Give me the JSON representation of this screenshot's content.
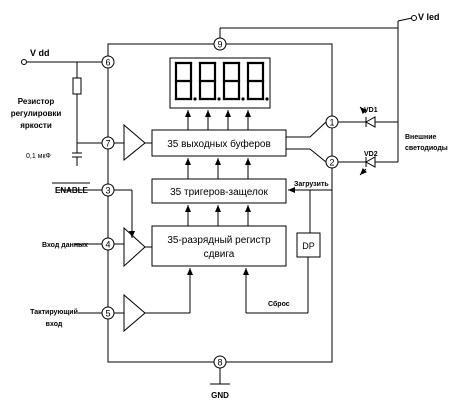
{
  "pins": {
    "p1": "1",
    "p2": "2",
    "p3": "3",
    "p4": "4",
    "p5": "5",
    "p6": "6",
    "p7": "7",
    "p8": "8",
    "p9": "9"
  },
  "labels": {
    "vdd": "V dd",
    "vled": "V led",
    "resistor_line1": "Резистор",
    "resistor_line2": "регулировки",
    "resistor_line3": "яркости",
    "capacitor": "0,1 мкФ",
    "enable": "ENABLE",
    "data_in": "Вход данных",
    "clock_line1": "Тактирующий",
    "clock_line2": "вход",
    "gnd": "GND",
    "vd1": "VD1",
    "vd2": "VD2",
    "ext_leds_line1": "Внешние",
    "ext_leds_line2": "светодиоды",
    "load": "Загрузить",
    "reset": "Сброс"
  },
  "blocks": {
    "buffers": "35 выходных буферов",
    "latches": "35 тригеров-защелок",
    "shift_line1": "35-разрядный регистр",
    "shift_line2": "сдвига",
    "dp": "DP"
  },
  "display": {
    "digits": 4,
    "value": "8.8.8.8."
  }
}
